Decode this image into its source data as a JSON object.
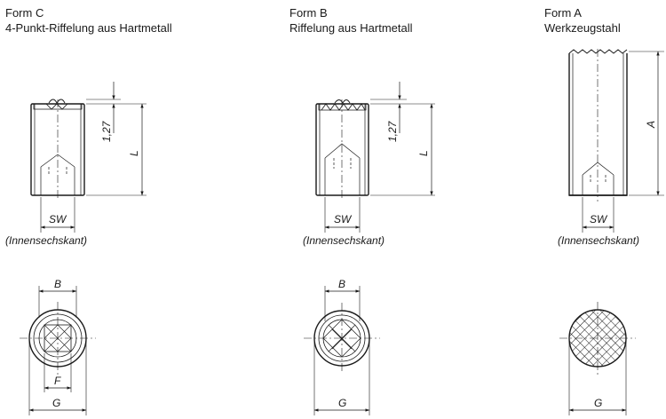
{
  "forms": [
    {
      "title": "Form C",
      "subtitle": "4-Punkt-Riffelung aus Hartmetall",
      "dimensions": {
        "pitch": "1,27",
        "length": "L",
        "key": "SW",
        "flat": "B",
        "tip": "F",
        "thread": "G"
      },
      "caption": "(Innensechskant)"
    },
    {
      "title": "Form B",
      "subtitle": "Riffelung aus Hartmetall",
      "dimensions": {
        "pitch": "1,27",
        "length": "L",
        "key": "SW",
        "flat": "B",
        "thread": "G"
      },
      "caption": "(Innensechskant)"
    },
    {
      "title": "Form A",
      "subtitle": "Werkzeugstahl",
      "dimensions": {
        "length": "A",
        "key": "SW",
        "thread": "G"
      },
      "caption": "(Innensechskant)"
    }
  ],
  "colors": {
    "line": "#1a1a1a",
    "background": "#ffffff"
  }
}
